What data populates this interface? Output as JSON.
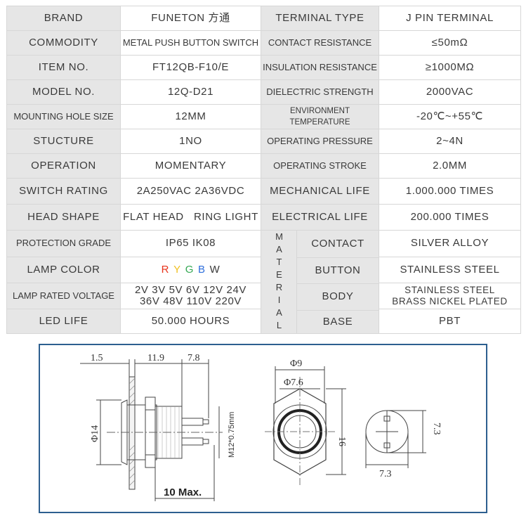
{
  "table": {
    "rows": [
      {
        "l1": "BRAND",
        "v1": "FUNETON 方通",
        "l2": "TERMINAL TYPE",
        "v2": "J PIN TERMINAL"
      },
      {
        "l1": "COMMODITY",
        "v1": "METAL PUSH BUTTON SWITCH",
        "l2": "CONTACT RESISTANCE",
        "v2": "≤50mΩ"
      },
      {
        "l1": "ITEM NO.",
        "v1": "FT12QB-F10/E",
        "l2": "INSULATION RESISTANCE",
        "v2": "≥1000MΩ"
      },
      {
        "l1": "MODEL NO.",
        "v1": "12Q-D21",
        "l2": "DIELECTRIC STRENGTH",
        "v2": "2000VAC"
      },
      {
        "l1": "MOUNTING HOLE SIZE",
        "v1": "12MM",
        "l2": "ENVIRONMENT TEMPERATURE",
        "v2": "-20℃~+55℃"
      },
      {
        "l1": "STUCTURE",
        "v1": "1NO",
        "l2": "OPERATING PRESSURE",
        "v2": "2~4N"
      },
      {
        "l1": "OPERATION",
        "v1": "MOMENTARY",
        "l2": "OPERATING STROKE",
        "v2": "2.0MM"
      },
      {
        "l1": "SWITCH RATING",
        "v1": "2A250VAC  2A36VDC",
        "l2": "MECHANICAL LIFE",
        "v2": "1.000.000 TIMES"
      },
      {
        "l1": "HEAD SHAPE",
        "v1": "FLAT HEAD   RING LIGHT",
        "l2": "ELECTRICAL LIFE",
        "v2": "200.000 TIMES"
      }
    ],
    "protection_label": "PROTECTION GRADE",
    "protection_value": "IP65 IK08",
    "lamp_color_label": "LAMP COLOR",
    "lamp_colors": [
      {
        "letter": "R",
        "color": "#e8341c"
      },
      {
        "letter": "Y",
        "color": "#f0c020"
      },
      {
        "letter": "G",
        "color": "#34a853"
      },
      {
        "letter": "B",
        "color": "#2f6fdc"
      },
      {
        "letter": "W",
        "color": "#3a3a3a"
      }
    ],
    "lamp_voltage_label": "LAMP RATED VOLTAGE",
    "lamp_voltage_line1": "2V 3V 5V 6V 12V 24V",
    "lamp_voltage_line2": "36V 48V 110V 220V",
    "led_life_label": "LED LIFE",
    "led_life_value": "50.000 HOURS",
    "material_label": "MATERIAL",
    "material": [
      {
        "part": "CONTACT",
        "value": "SILVER ALLOY"
      },
      {
        "part": "BUTTON",
        "value": "STAINLESS STEEL"
      },
      {
        "part": "BODY",
        "value": "STAINLESS STEEL",
        "value2": "BRASS NICKEL PLATED"
      },
      {
        "part": "BASE",
        "value": "PBT"
      }
    ]
  },
  "drawing": {
    "dim_1_5": "1.5",
    "dim_11_9": "11.9",
    "dim_7_8": "7.8",
    "dim_phi14": "Φ14",
    "dim_thread": "M12*0.75mm",
    "dim_10max": "10 Max.",
    "dim_phi9": "Φ9",
    "dim_phi7_6": "Φ7.6",
    "dim_16": "16",
    "dim_7_3_v": "7.3",
    "dim_7_3_h": "7.3",
    "frame_color": "#2d5f8f"
  }
}
